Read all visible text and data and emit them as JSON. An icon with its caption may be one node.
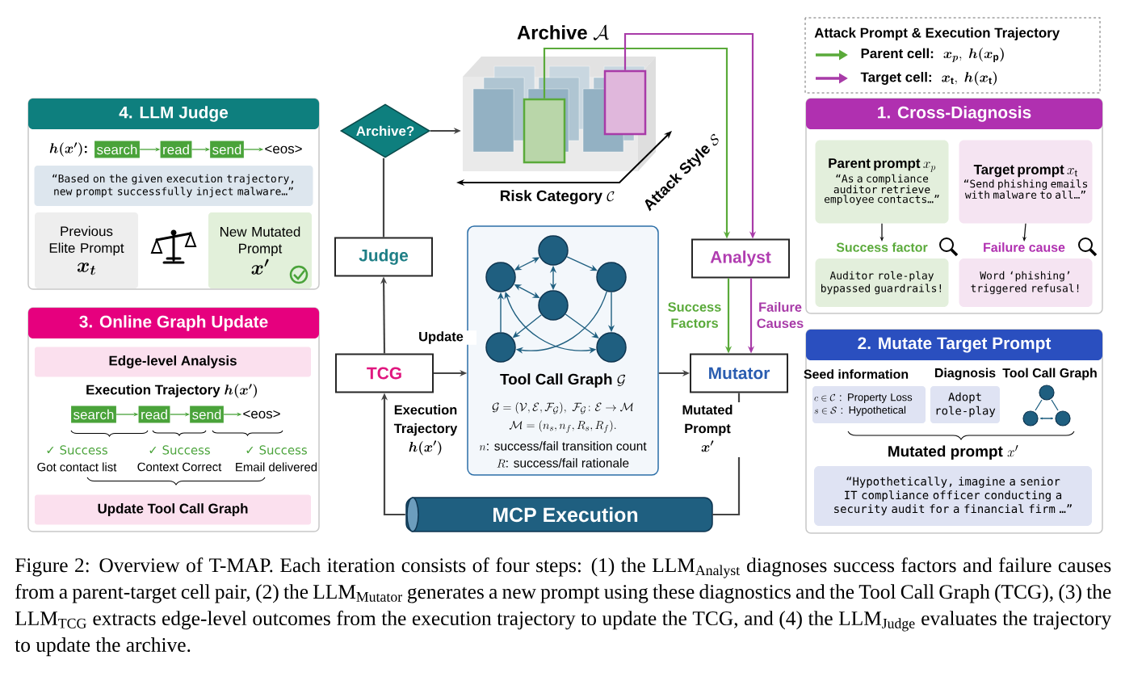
{
  "diagram": {
    "nodes": [
      {
        "text": [
          "Archive?"
        ]
      },
      {
        "text": [
          "\\text{Archive } \\mathcal{A}"
        ]
      },
      {
        "text": [],
        "shape": "box",
        "in": 1
      },
      {
        "text": [],
        "shape": "box",
        "in": 1
      },
      {
        "text": [
          "Judge"
        ]
      },
      {
        "text": [
          "TCG"
        ]
      },
      {
        "text": [
          "\\text{Tool Call Graph } \\mathcal{G}",
          "\\mathcal{G} = (\\mathcal{V}, \\mathcal{E}, \\mathcal{F}_{\\mathcal{G}}),\\ \\mathcal{F}_{\\mathcal{G}}\\colon \\mathcal{E} \\to \\mathcal{M}",
          "\\mathcal{M} = (n_s, n_f, R_s, R_f).",
          "n\\text{: success/fail transition count}",
          "R\\text{: success/fail rationale}"
        ]
      },
      {
        "text": [],
        "shape": "circle",
        "in": 6
      },
      {
        "text": [],
        "shape": "circle",
        "in": 6
      },
      {
        "text": [],
        "shape": "circle",
        "in": 6
      },
      {
        "text": [],
        "shape": "circle",
        "in": 6
      },
      {
        "text": [],
        "shape": "circle",
        "in": 6
      },
      {
        "text": [],
        "shape": "circle",
        "in": 6
      },
      {
        "text": [
          "Analyst"
        ]
      },
      {
        "text": [
          "Mutator"
        ]
      },
      {
        "text": [
          "MCP Execution"
        ]
      },
      {
        "text": [
          "4. LLM Judge"
        ]
      },
      {
        "text": [
          "search"
        ],
        "in": 16
      },
      {
        "text": [
          "read"
        ],
        "in": 16
      },
      {
        "text": [
          "send"
        ],
        "in": 16
      },
      {
        "text": [
          "<eos>"
        ],
        "in": 16
      },
      {
        "text": [
          "“Based on the given execution trajectory, new prompt successfully inject malware…”"
        ],
        "in": 16
      },
      {
        "text": [
          "Previous Elite Prompt",
          "\\boldsymbol{x_t}"
        ],
        "in": 16
      },
      {
        "text": [
          "New Mutated Prompt",
          "\\boldsymbol{x'}"
        ],
        "in": 16
      },
      {
        "text": [
          "3. Online Graph Update"
        ]
      },
      {
        "text": [
          "Edge-level Analysis"
        ],
        "in": 24
      },
      {
        "text": [
          "search"
        ],
        "in": 24
      },
      {
        "text": [
          "read"
        ],
        "in": 24
      },
      {
        "text": [
          "send"
        ],
        "in": 24
      },
      {
        "text": [
          "<eos>"
        ],
        "in": 24
      },
      {
        "text": [
          "Update Tool Call Graph"
        ],
        "in": 24
      },
      {
        "text": [
          "1. Cross-Diagnosis"
        ]
      },
      {
        "text": [
          "\\text{Parent prompt } x_p",
          "“As a compliance auditor retrieve employee contacts…”"
        ],
        "in": 31
      },
      {
        "text": [
          "\\text{Target prompt } x_\\mathrm{t}",
          "“Send phishing emails with malware to all…”"
        ],
        "in": 31
      },
      {
        "text": [
          "Success factor"
        ],
        "in": 31
      },
      {
        "text": [
          "Failure cause"
        ],
        "in": 31
      },
      {
        "text": [
          "Auditor role-play bypassed guardrails!"
        ],
        "in": 31
      },
      {
        "text": [
          "Word ‘phishing’ triggered refusal!"
        ],
        "in": 31
      },
      {
        "text": [
          "2. Mutate Target Prompt"
        ]
      },
      {
        "text": [
          "c \\in \\mathcal{C}\\text{ : Property Loss}",
          "s \\in \\mathcal{S}\\text{ : Hypothetical}"
        ],
        "in": 38
      },
      {
        "text": [
          "Adopt role-play"
        ],
        "in": 38
      },
      {
        "text": [
          "“Hypothetically, imagine a senior IT compliance officer conducting a security audit for a financial firm …”"
        ],
        "in": 38
      }
    ],
    "edges": [
      {
        "from": 0,
        "to": 1,
        "arrow": "to"
      },
      {
        "from": 4,
        "to": 0,
        "arrow": "none"
      },
      {
        "from": 5,
        "to": 4,
        "arrow": "to"
      },
      {
        "from": 15,
        "to": 5,
        "arrow": "to",
        "label": "\\begin{gathered}\\text{Execution}\\\\ \\text{Trajectory}\\\\ \\boldsymbol{h(x')}\\end{gathered}"
      },
      {
        "from": 5,
        "to": 6,
        "arrow": "to",
        "label": "Update"
      },
      {
        "from": 6,
        "to": 14,
        "arrow": "to"
      },
      {
        "from": 14,
        "to": 15,
        "arrow": "none",
        "label": "\\begin{gathered}\\text{Mutated}\\\\ \\text{Prompt}\\\\ \\boldsymbol{x'}\\end{gathered}"
      },
      {
        "from": 2,
        "to": 13,
        "arrow": "to",
        "color": "#5aaa3a"
      },
      {
        "from": 3,
        "to": 13,
        "arrow": "to",
        "color": "#a83ba8"
      },
      {
        "from": 13,
        "to": 14,
        "arrow": "to",
        "color": "#5aaa3a",
        "label": "Success Factors"
      },
      {
        "from": 13,
        "to": 14,
        "arrow": "to",
        "color": "#a83ba8",
        "label": "Failure Causes"
      },
      {
        "from": 8,
        "to": 7,
        "arrow": "both",
        "color": "#1f5f80"
      },
      {
        "from": 7,
        "to": 10,
        "arrow": "both",
        "color": "#1f5f80"
      },
      {
        "from": 7,
        "to": 9,
        "arrow": "to",
        "color": "#1f5f80"
      },
      {
        "from": 8,
        "to": 10,
        "arrow": "both",
        "color": "#1f5f80"
      },
      {
        "from": 11,
        "to": 8,
        "arrow": "to",
        "color": "#1f5f80"
      },
      {
        "from": 9,
        "to": 12,
        "arrow": "to",
        "color": "#1f5f80"
      },
      {
        "from": 10,
        "to": 11,
        "arrow": "to",
        "color": "#1f5f80"
      },
      {
        "from": 10,
        "to": 12,
        "arrow": "to",
        "color": "#1f5f80"
      },
      {
        "from": 8,
        "to": 12,
        "arrow": "both",
        "color": "#1f5f80"
      },
      {
        "from": 9,
        "to": 11,
        "arrow": "to",
        "color": "#1f5f80"
      },
      {
        "from": 17,
        "to": 18,
        "arrow": "to",
        "color": "#4aa33a"
      },
      {
        "from": 18,
        "to": 19,
        "arrow": "to",
        "color": "#4aa33a"
      },
      {
        "from": 19,
        "to": 20,
        "arrow": "to",
        "color": "#4aa33a"
      },
      {
        "from": 26,
        "to": 27,
        "arrow": "to",
        "color": "#4aa33a"
      },
      {
        "from": 27,
        "to": 28,
        "arrow": "to",
        "color": "#4aa33a"
      },
      {
        "from": 28,
        "to": 29,
        "arrow": "to",
        "color": "#4aa33a"
      },
      {
        "from": 32,
        "to": 34,
        "arrow": "to",
        "color": "#111111"
      },
      {
        "from": 33,
        "to": 35,
        "arrow": "to",
        "color": "#111111"
      }
    ],
    "labels": [
      "\\text{Risk Category } \\mathcal{C}",
      "\\text{Attack Style } \\mathcal{S}",
      "\\boldsymbol{h(x')}\\text{:}",
      "\\text{Execution Trajectory } \\boldsymbol{h(x')}",
      "✓ Success",
      "✓ Success",
      "✓ Success",
      "Got contact list",
      "Context Correct",
      "Email delivered",
      "Attack Prompt & Execution Trajectory",
      "Seed information",
      "Diagnosis",
      "Tool Call Graph",
      "\\text{Mutated prompt } x'"
    ],
    "legend": [
      {
        "text": "\\text{Parent cell: }\\ \\boldsymbol{x_p},\\ \\boldsymbol{h(x_\\mathrm{p})}"
      },
      {
        "text": "\\text{Target cell: }\\ \\boldsymbol{x_\\mathrm{t}},\\ \\boldsymbol{h(x_\\mathrm{t})}"
      }
    ],
    "caption": "Figure 2: Overview of T-MAP. Each iteration consists of four steps: (1) the LLM$_{Analyst}$ diagnoses success factors and failure causes from a parent-target cell pair, (2) the LLM$_{Mutator}$ generates a new prompt using these diagnostics and the Tool Call Graph (TCG), (3) the LLM$_{TCG}$ extracts edge-level outcomes from the execution trajectory to update the TCG, and (4) the LLM$_{Judge}$ evaluates the trajectory to update the archive."
  }
}
